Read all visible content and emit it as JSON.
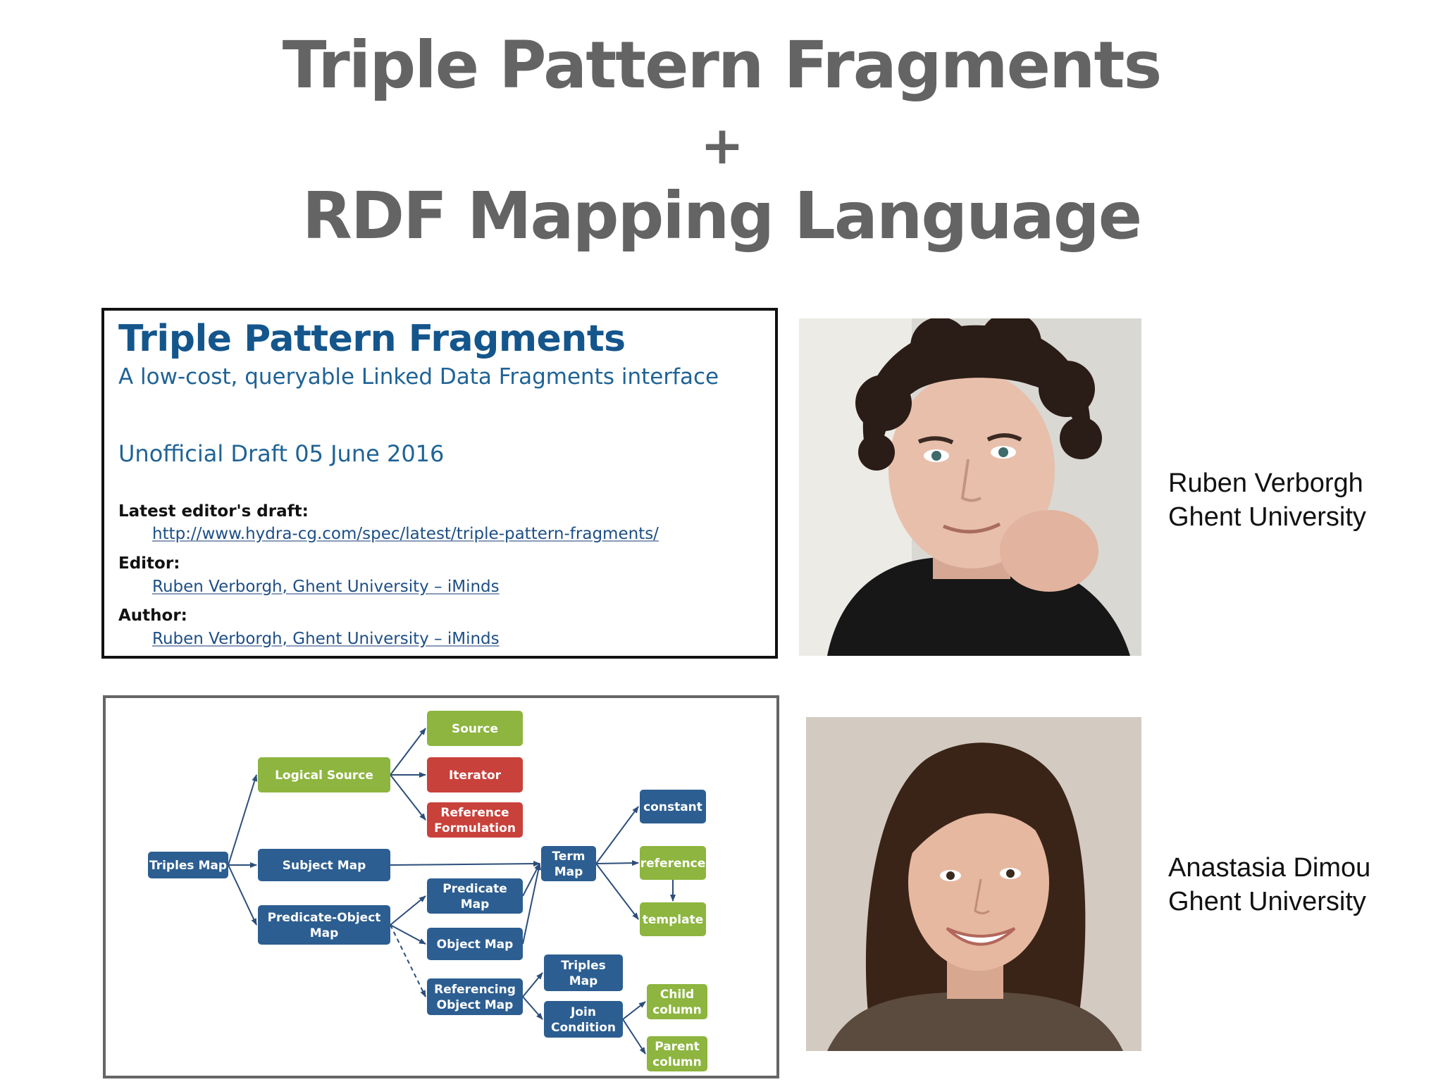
{
  "slide": {
    "title_line1": "Triple Pattern Fragments",
    "title_plus": "+",
    "title_line2": "RDF Mapping Language"
  },
  "spec": {
    "title": "Triple Pattern Fragments",
    "subtitle": "A low-cost, queryable Linked Data Fragments interface",
    "date": "Unofficial Draft 05 June 2016",
    "latest_label": "Latest editor's draft:",
    "latest_url": "http://www.hydra-cg.com/spec/latest/triple-pattern-fragments/",
    "editor_label": "Editor:",
    "editor_name": "Ruben Verborgh",
    "editor_sep": ", ",
    "editor_org": "Ghent University – iMinds",
    "author_label": "Author:",
    "author_name": "Ruben Verborgh",
    "author_sep": ", ",
    "author_org": "Ghent University – iMinds"
  },
  "diagram": {
    "colors": {
      "blue": "#2c5e91",
      "green": "#8db53f",
      "red": "#c9413b",
      "edge": "#2c4e7a"
    },
    "nodes": {
      "triples_map": [
        "Triples Map"
      ],
      "logical_source": [
        "Logical Source"
      ],
      "subject_map": [
        "Subject Map"
      ],
      "pom": [
        "Predicate-Object",
        "Map"
      ],
      "source": [
        "Source"
      ],
      "iterator": [
        "Iterator"
      ],
      "reference_formulation": [
        "Reference",
        "Formulation"
      ],
      "predicate_map": [
        "Predicate",
        "Map"
      ],
      "object_map": [
        "Object Map"
      ],
      "rom": [
        "Referencing",
        "Object Map"
      ],
      "term_map": [
        "Term",
        "Map"
      ],
      "triples_map2": [
        "Triples",
        "Map"
      ],
      "join_condition": [
        "Join",
        "Condition"
      ],
      "constant": [
        "constant"
      ],
      "reference": [
        "reference"
      ],
      "template": [
        "template"
      ],
      "child_column": [
        "Child",
        "column"
      ],
      "parent_column": [
        "Parent",
        "column"
      ]
    }
  },
  "people": [
    {
      "name": "Ruben Verborgh",
      "affiliation": "Ghent University"
    },
    {
      "name": "Anastasia Dimou",
      "affiliation": "Ghent University"
    }
  ]
}
